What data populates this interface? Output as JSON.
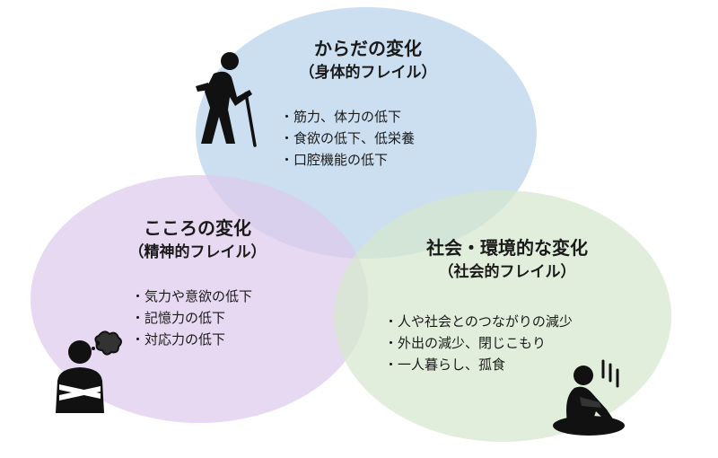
{
  "circles": {
    "physical": {
      "title": "からだの変化",
      "subtitle": "（身体的フレイル）",
      "items": [
        "筋力、体力の低下",
        "食欲の低下、低栄養",
        "口腔機能の低下"
      ],
      "color": "#b9d2ea",
      "icon": "elderly-with-cane-icon"
    },
    "mental": {
      "title": "こころの変化",
      "subtitle": "（精神的フレイル）",
      "items": [
        "気力や意欲の低下",
        "記憶力の低下",
        "対応力の低下"
      ],
      "color": "#dccaeb",
      "icon": "worried-person-icon"
    },
    "social": {
      "title": "社会・環境的な変化",
      "subtitle": "（社会的フレイル）",
      "items": [
        "人や社会とのつながりの減少",
        "外出の減少、閉じこもり",
        "一人暮らし、孤食"
      ],
      "color": "#d5e8cd",
      "icon": "isolated-person-icon"
    }
  }
}
